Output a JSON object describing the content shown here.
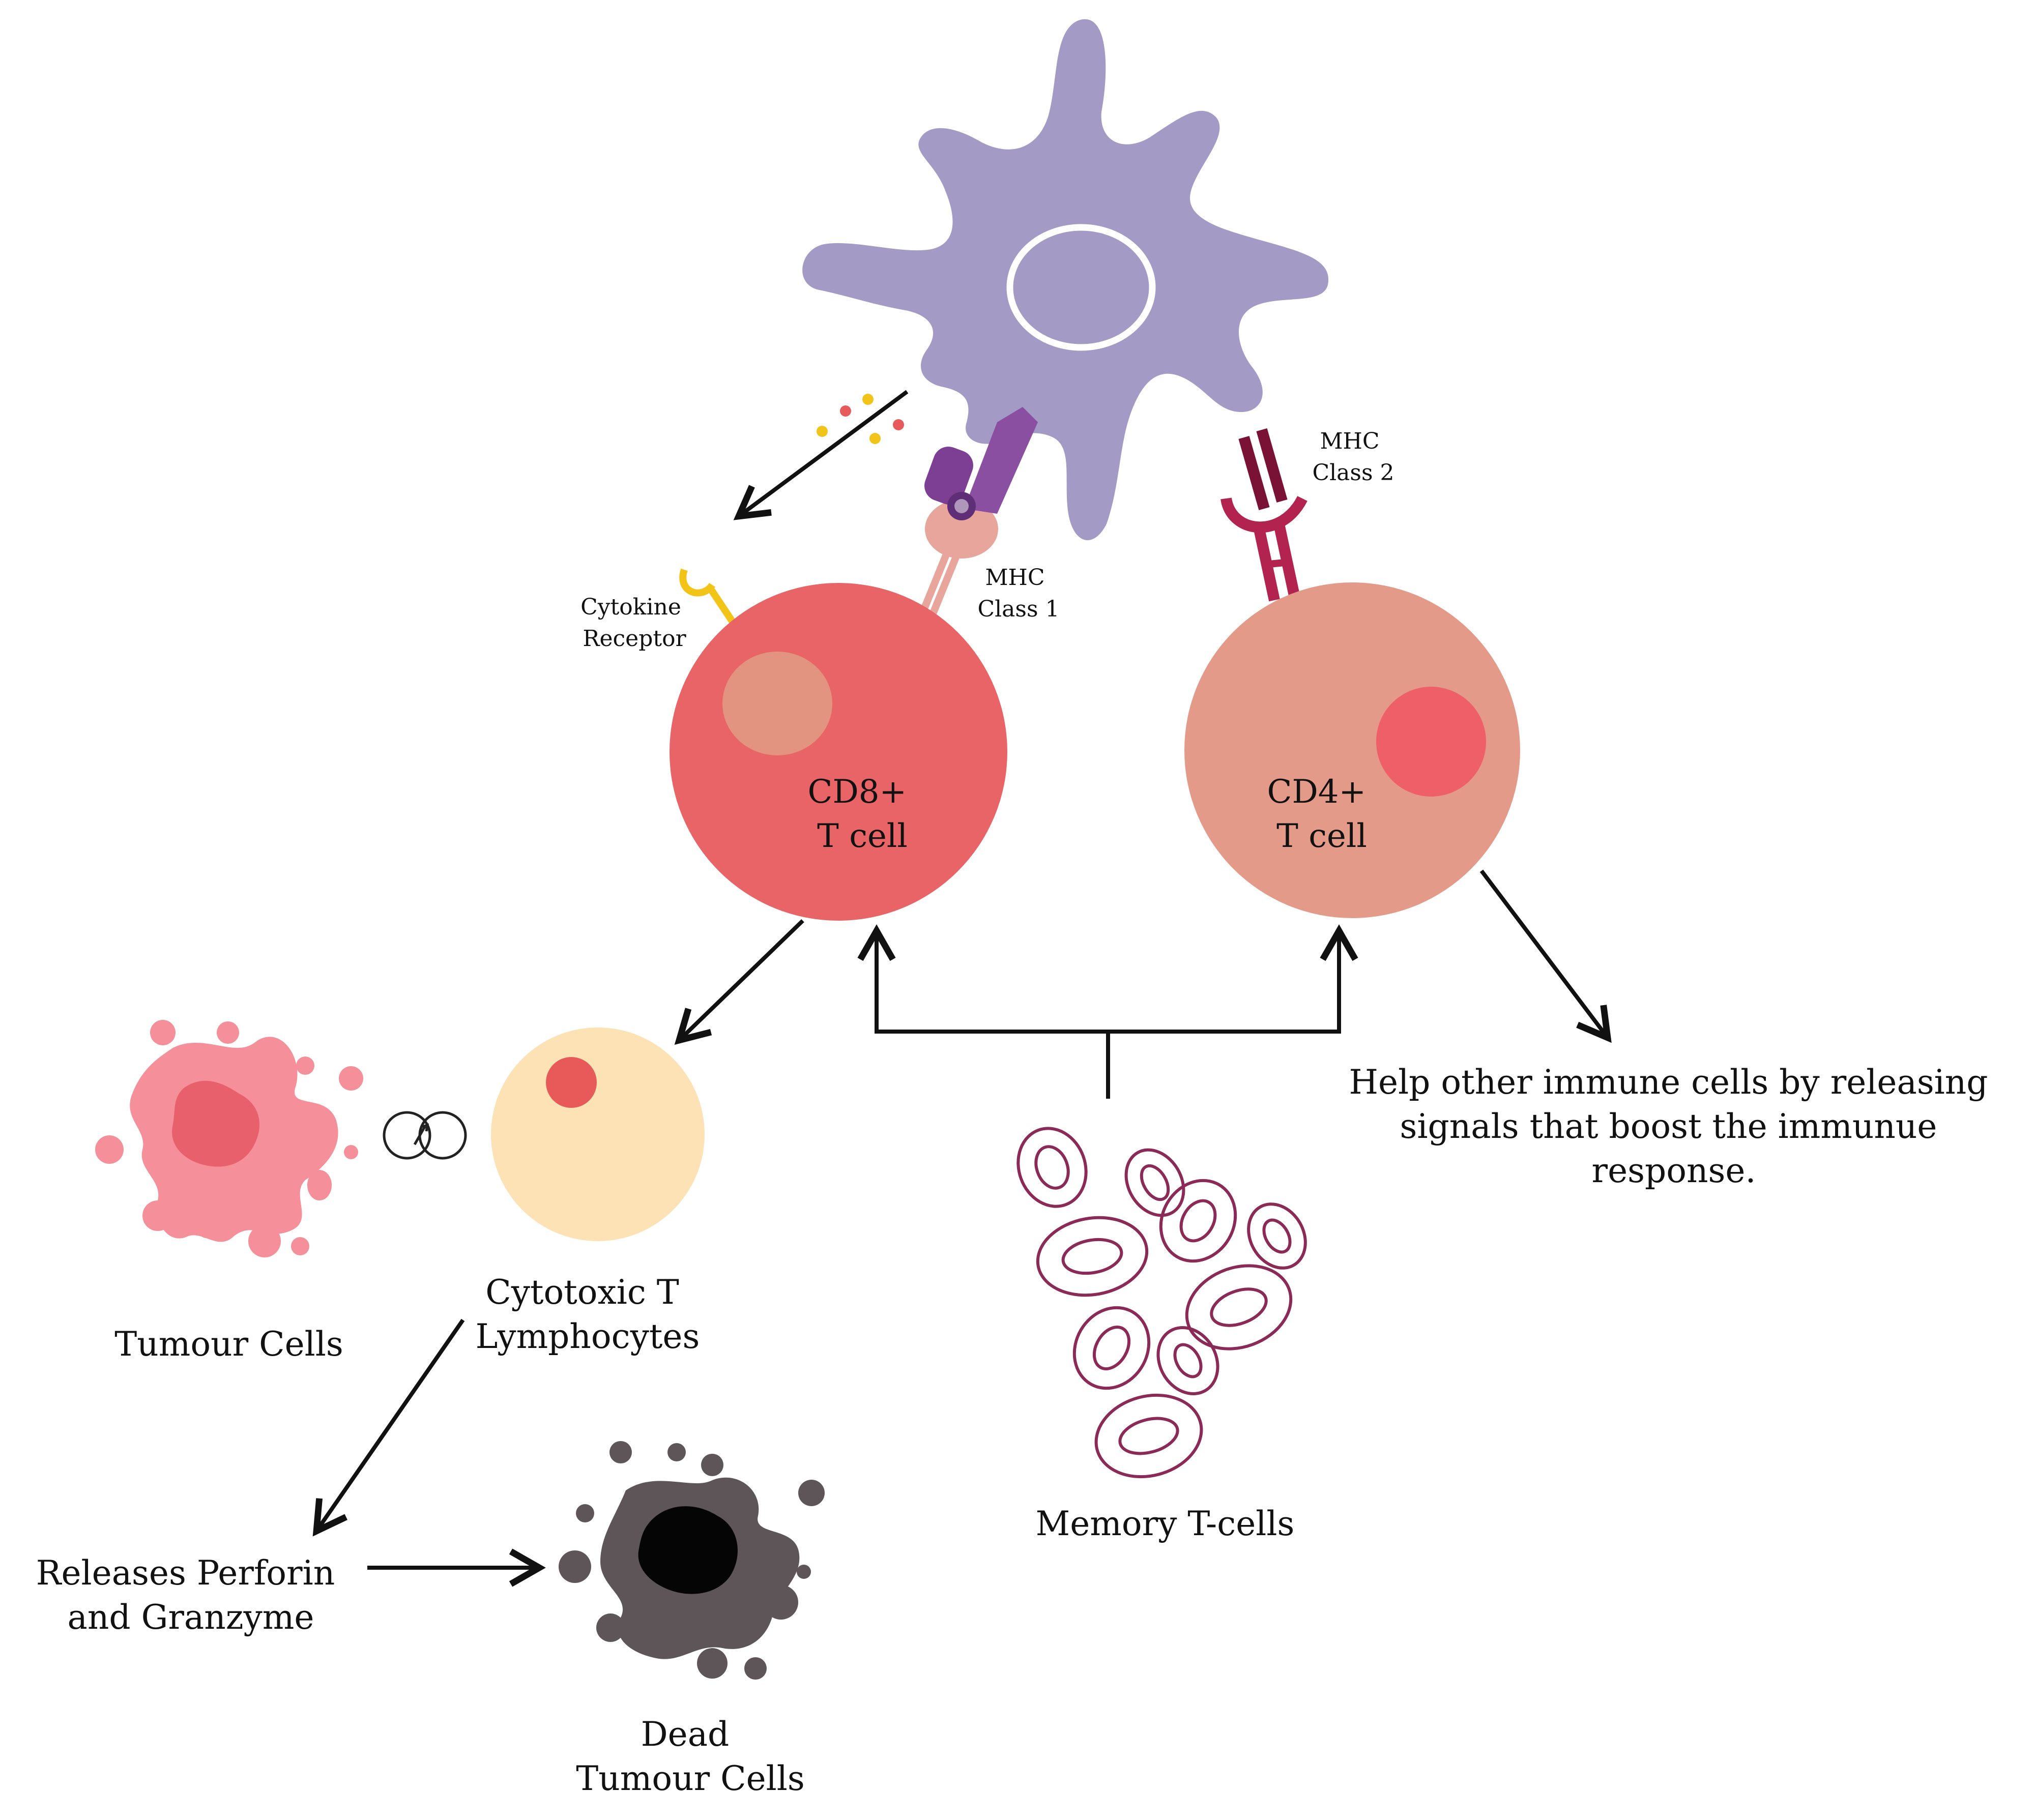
{
  "labels": {
    "cytokine_receptor": [
      "Cytokine",
      "Receptor"
    ],
    "mhc_class_1": [
      "MHC",
      "Class 1"
    ],
    "mhc_class_2": [
      "MHC",
      "Class 2"
    ],
    "cd8": [
      "CD8+",
      "T cell"
    ],
    "cd4": [
      "CD4+",
      "T cell"
    ],
    "cytotoxic": [
      "Cytotoxic T",
      "Lymphocytes"
    ],
    "tumour_cells": "Tumour Cells",
    "help_text": [
      "Help other immune cells by releasing",
      "signals that boost the immunue",
      "response."
    ],
    "memory_t_cells": "Memory T-cells",
    "releases": [
      "Releases Perforin",
      "and Granzyme"
    ],
    "dead_tumour": [
      "Dead",
      "Tumour Cells"
    ]
  },
  "colors": {
    "dendritic_cell": "#a39ac5",
    "cd8_cell": "#e86466",
    "cd4_cell": "#e49a89",
    "cytotoxic_cell": "#fde2b6",
    "tumour": "#f5909a",
    "dead_tumour": "#5e5559",
    "memory_cell": "#8b2a56",
    "mhc1": "#8a4fa0",
    "mhc2": "#9b1f4f",
    "cytokine_receptor": "#f2c417"
  }
}
